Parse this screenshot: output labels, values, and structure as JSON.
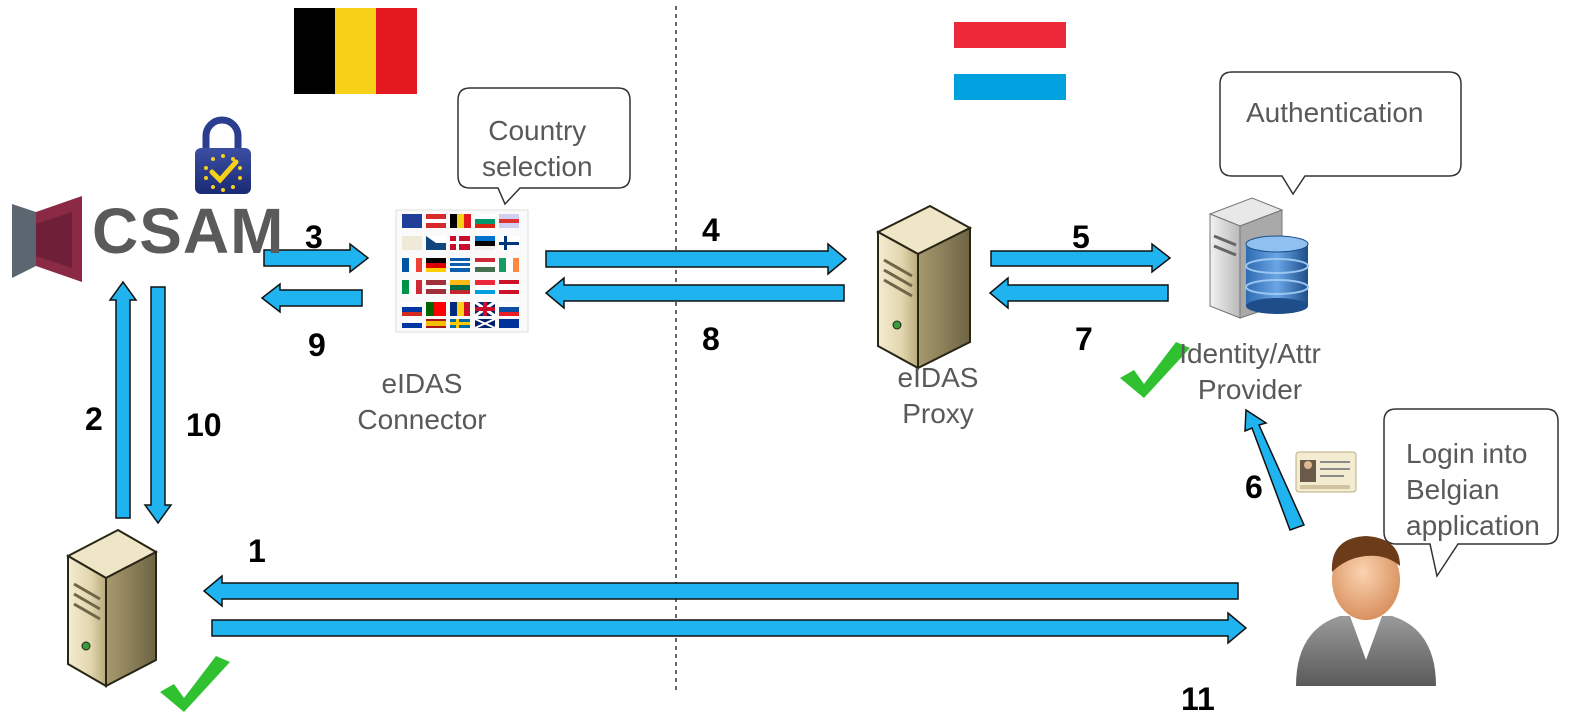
{
  "diagram": {
    "csam_logo_text": "CSAM",
    "labels": {
      "connector_line1": "eIDAS",
      "connector_line2": "Connector",
      "proxy_line1": "eIDAS",
      "proxy_line2": "Proxy",
      "idp_line1": "Identity/Attr",
      "idp_line2": "Provider"
    },
    "bubbles": {
      "country_line1": "Country",
      "country_line2": "selection",
      "auth": "Authentication",
      "login_line1": "Login into",
      "login_line2": "Belgian",
      "login_line3": "application"
    },
    "steps": [
      "1",
      "2",
      "3",
      "4",
      "5",
      "6",
      "7",
      "8",
      "9",
      "10",
      "11"
    ],
    "colors": {
      "arrow_fill": "#1fb4ef",
      "arrow_stroke": "#111111",
      "check": "#2fc12f",
      "belgium": [
        "#000000",
        "#f7d117",
        "#e3191f"
      ],
      "luxembourg": [
        "#ed2939",
        "#ffffff",
        "#00a1de"
      ]
    },
    "icons": [
      "eu-padlock-icon",
      "csam-logo",
      "country-flags-icon",
      "server-icon",
      "database-server-icon",
      "id-card-icon",
      "user-icon",
      "checkmark-icon"
    ]
  }
}
